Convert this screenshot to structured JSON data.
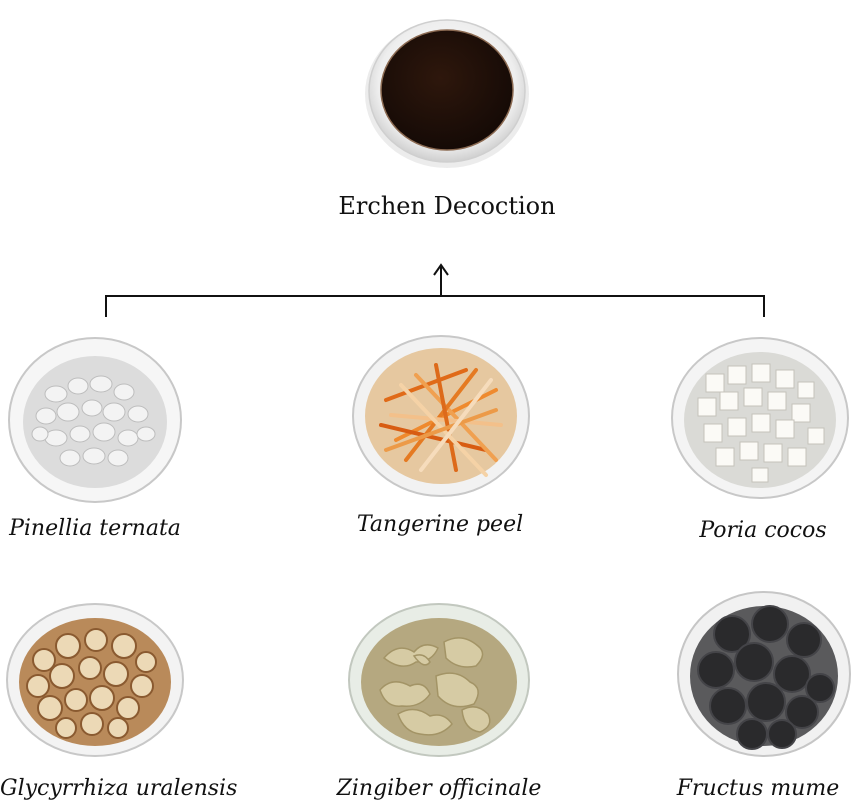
{
  "formula": {
    "name": "Erchen Decoction",
    "liquid_color": "#1e0f09"
  },
  "herbs": [
    {
      "id": "pinellia",
      "label": "Pinellia ternata",
      "icon": "white-round-slices-bowl",
      "color": "#e9e9e9"
    },
    {
      "id": "tangerine",
      "label": "Tangerine peel",
      "icon": "orange-peel-strips-bowl",
      "color": "#e0873a"
    },
    {
      "id": "poria",
      "label": "Poria cocos",
      "icon": "white-cubes-bowl",
      "color": "#f4f2ec"
    },
    {
      "id": "glycyrrhiza",
      "label": "Glycyrrhiza uralensis",
      "icon": "licorice-slices-bowl",
      "color": "#d8b88c"
    },
    {
      "id": "zingiber",
      "label": "Zingiber officinale",
      "icon": "dried-ginger-bowl",
      "color": "#cbbd92"
    },
    {
      "id": "mume",
      "label": "Fructus mume",
      "icon": "dark-plums-bowl",
      "color": "#2a2a2c"
    }
  ]
}
